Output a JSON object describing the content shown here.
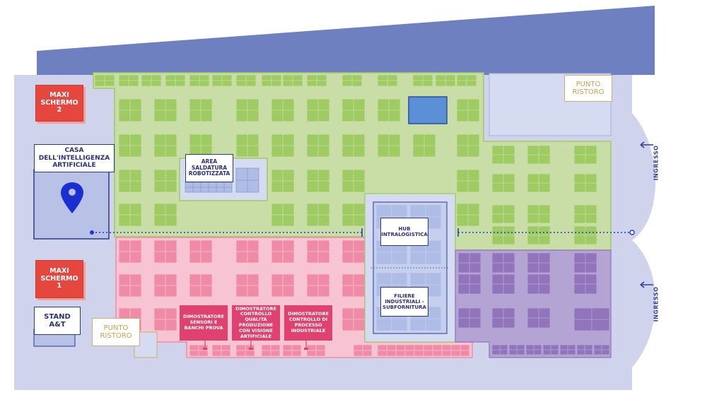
{
  "labels": {
    "maxi_schermo_2": "MAXI\nSCHERMO\n2",
    "maxi_schermo_1": "MAXI\nSCHERMO\n1",
    "casa_ia": "CASA\nDELL'INTELLIGENZA\nARTIFICIALE",
    "stand_at": "STAND\nA&T",
    "punto_ristoro_top": "PUNTO\nRISTORO",
    "punto_ristoro_bottom": "PUNTO\nRISTORO",
    "area_saldatura": "AREA\nSALDATURA\nROBOTIZZATA",
    "hub_intralogistica": "HUB\nINTRALOGISTICA",
    "filiere": "FILIERE\nINDUSTRIALI -\nSUBFORNITURA",
    "dim_sensori": "DIMOSTRATORE\nSENSORI E\nBANCHI PROVA",
    "dim_qualita": "DIMOSTRATORE\nCONTROLLO\nQUALITÀ\nPRODUZIONE\nCON VISIONE\nARTIFICIALE",
    "dim_processo": "DIMOSTRATORE\nCONTROLLO DI\nPROCESSO\nINDUSTRIALE",
    "ingresso_top": "INGRESSO",
    "ingresso_bottom": "INGRESSO"
  },
  "colors": {
    "hall_bg": "#cfd3ec",
    "roof": "#6f80c0",
    "green_zone": "#c9dea6",
    "green_booth": "#9fcb63",
    "pink_zone": "#f6c4d2",
    "pink_booth": "#ef8aa7",
    "purple_zone": "#b4a4d4",
    "purple_booth": "#9174bb",
    "center_zone": "#d5dcf1",
    "center_booth": "#aebce6",
    "marker": "#1a2fd0",
    "accent_text": "#2b2f7a",
    "gold": "#c8a04e"
  },
  "icons": {
    "location": "map-pin-icon",
    "entrance_arrow": "arrow-left-icon"
  }
}
